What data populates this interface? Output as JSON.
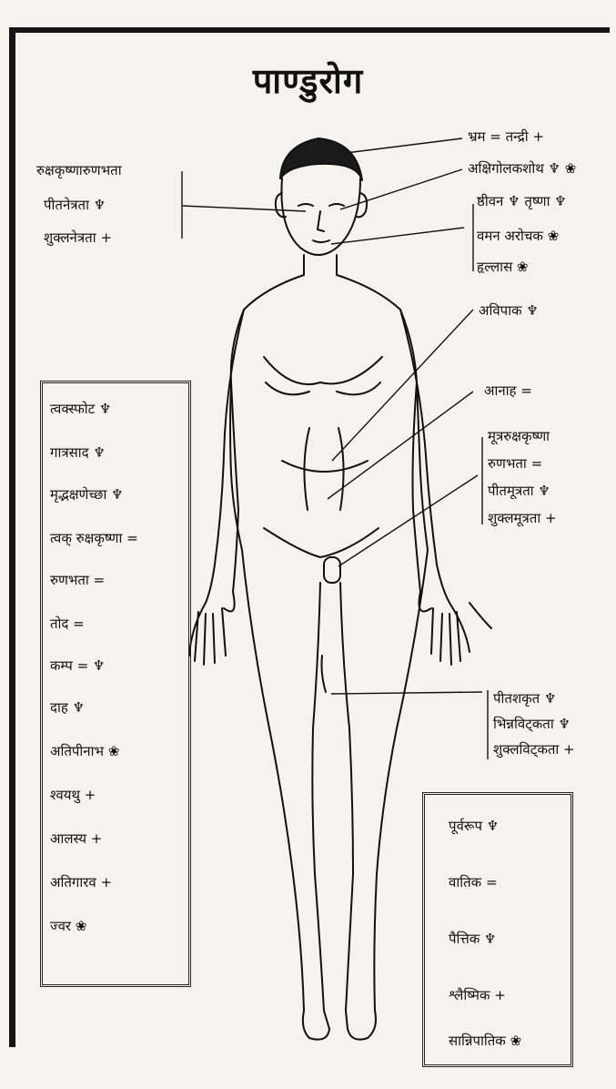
{
  "title": "पाण्डुरोग",
  "head_left": [
    "रुक्षकृष्णारुणभता",
    "पीतनेत्रता ♆",
    "शुक्लनेत्रता +"
  ],
  "head_right": [
    "भ्रम = तन्द्री +",
    "अक्षिगोलकशोथ ♆ ❀",
    "ष्ठीवन ♆ तृष्णा ♆",
    "वमन अरोचक ❀",
    "हृल्लास ❀"
  ],
  "abdomen": [
    "अविपाक ♆",
    "आनाह ="
  ],
  "urine": [
    "मूत्ररुक्षकृष्णा",
    "रुणभता =",
    "पीतमूत्रता ♆",
    "शुक्लमूत्रता +"
  ],
  "stool": [
    "पीतशकृत ♆",
    "भिन्नविट्कता ♆",
    "शुक्लविट्कता +"
  ],
  "left_box": [
    "त्वक्स्फोट ♆",
    "गात्रसाद ♆",
    "मृद्भक्षणेच्छा ♆",
    "त्वक् रुक्षकृष्णा =",
    "रुणभता =",
    "तोद =",
    "कम्प = ♆",
    "दाह ♆",
    "अतिपीनाभ ❀",
    "श्वयथु +",
    "आलस्य +",
    "अतिगारव +",
    "ज्वर ❀"
  ],
  "legend": [
    "पूर्वरूप ♆",
    "वातिक =",
    "पैत्तिक ♆",
    "श्लैष्मिक +",
    "सान्निपातिक ❀"
  ]
}
